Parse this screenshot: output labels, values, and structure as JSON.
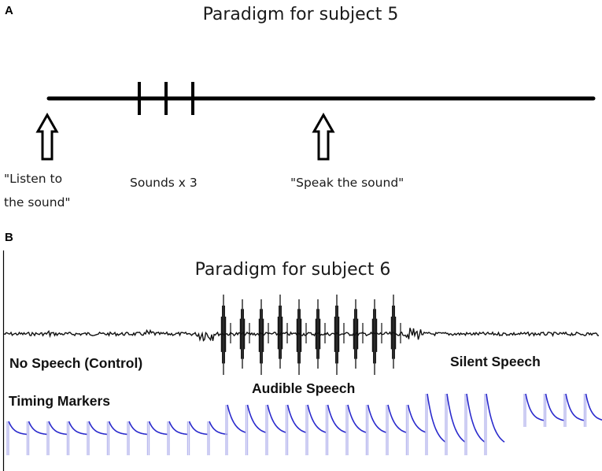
{
  "panel_a": {
    "letter": "A",
    "title": "Paradigm for subject 5",
    "cue_listen_line1": "\"Listen to",
    "cue_listen_line2": "the sound\"",
    "sounds_label": "Sounds x 3",
    "cue_speak": "\"Speak the sound\"",
    "sound_count": 3
  },
  "panel_b": {
    "letter": "B",
    "title": "Paradigm for subject 6",
    "label_no_speech": "No Speech (Control)",
    "label_audible": "Audible Speech",
    "label_silent": "Silent Speech",
    "label_timing": "Timing Markers",
    "audible_burst_count": 10,
    "colors": {
      "waveform": "#111111",
      "marker_trace": "#2a2acc",
      "marker_pulse": "#b8b8ee"
    }
  }
}
